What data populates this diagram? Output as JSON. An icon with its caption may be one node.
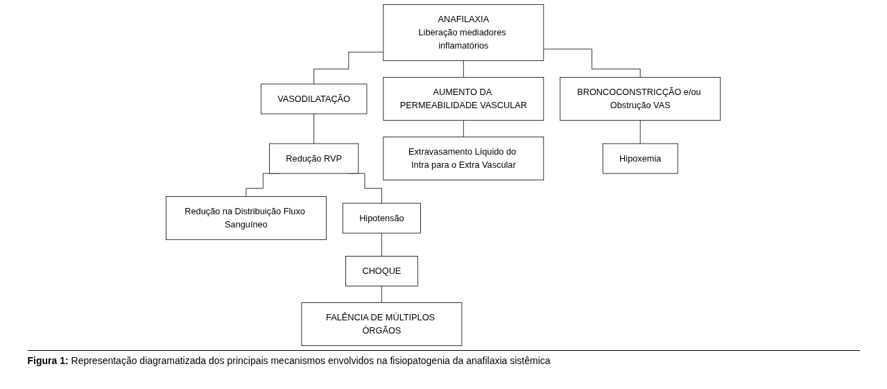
{
  "diagram": {
    "caption": "**Figura 1:** Representação diagramatizada dos principais mecanismos envolvidos na fisiopatogenia da anafilaxia sistêmica",
    "nodes": [
      {
        "text": [
          "ANAFILAXIA",
          "Liberação mediadores inflamatórios"
        ]
      },
      {
        "text": [
          "VASODILATAÇÃO"
        ]
      },
      {
        "text": [
          "AUMENTO DA PERMEABILIDADE VASCULAR"
        ]
      },
      {
        "text": [
          "BRONCOCONSTRICÇÃO e/ou Obstrução VAS"
        ]
      },
      {
        "text": [
          "Redução RVP"
        ]
      },
      {
        "text": [
          "Extravasamento Líquido do Intra para o Extra Vascular"
        ]
      },
      {
        "text": [
          "Hipoxemia"
        ]
      },
      {
        "text": [
          "Redução na Distribuição Fluxo Sanguíneo"
        ]
      },
      {
        "text": [
          "Hipotensão"
        ]
      },
      {
        "text": [
          "CHOQUE"
        ]
      },
      {
        "text": [
          "FALÊNCIA DE MÚLTIPLOS ÓRGÃOS"
        ]
      }
    ],
    "edges": [
      {
        "from": 0,
        "to": 1,
        "arrow": "none"
      },
      {
        "from": 0,
        "to": 2,
        "arrow": "none"
      },
      {
        "from": 0,
        "to": 3,
        "arrow": "none"
      },
      {
        "from": 1,
        "to": 4,
        "arrow": "none"
      },
      {
        "from": 2,
        "to": 5,
        "arrow": "none"
      },
      {
        "from": 3,
        "to": 6,
        "arrow": "none"
      },
      {
        "from": 4,
        "to": 7,
        "arrow": "none"
      },
      {
        "from": 4,
        "to": 8,
        "arrow": "none"
      },
      {
        "from": 8,
        "to": 9,
        "arrow": "none"
      },
      {
        "from": 9,
        "to": 10,
        "arrow": "none"
      }
    ]
  }
}
